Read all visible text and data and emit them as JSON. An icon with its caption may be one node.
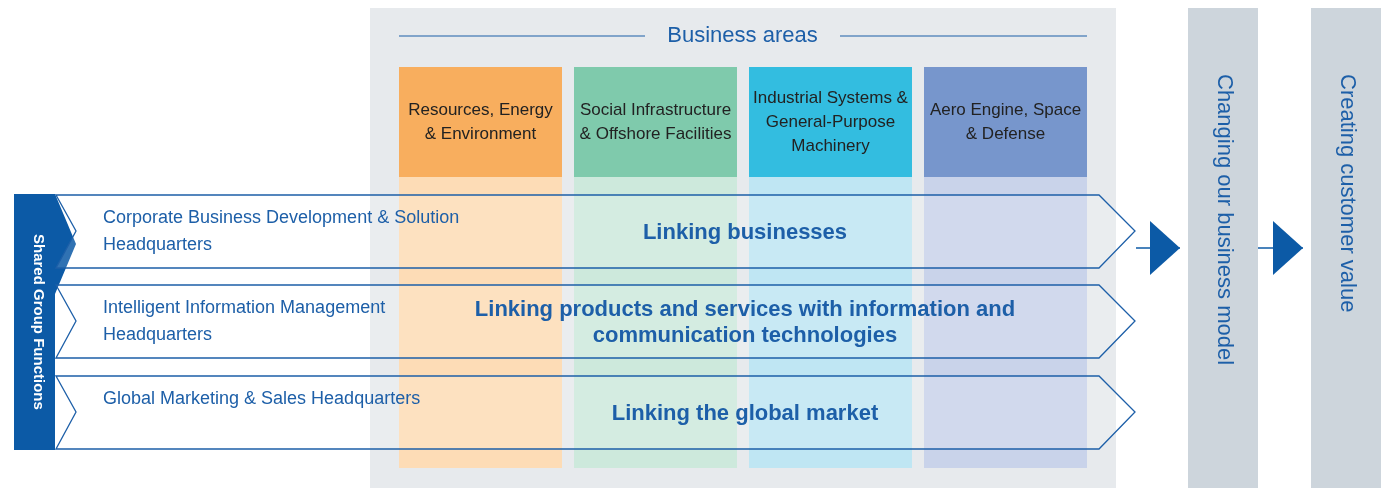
{
  "diagram": {
    "nodes": [
      {
        "text": [
          "Business areas"
        ]
      },
      {
        "text": [
          "Resources, Energy & Environment"
        ],
        "in": 0
      },
      {
        "text": [
          "Social Infrastructure & Offshore Facilities"
        ],
        "in": 0
      },
      {
        "text": [
          "Industrial Systems & General-Purpose Machinery"
        ],
        "in": 0
      },
      {
        "text": [
          "Aero Engine, Space & Defense"
        ],
        "in": 0
      },
      {
        "text": [
          "Shared Group Functions"
        ]
      },
      {
        "text": [
          "Corporate Business Development & Solution Headquarters",
          "Linking businesses"
        ]
      },
      {
        "text": [
          "Intelligent Information Management Headquarters",
          "Linking products and services with information and communication technologies"
        ]
      },
      {
        "text": [
          "Global Marketing & Sales Headquarters",
          "Linking the global market"
        ]
      },
      {
        "text": [
          "Changing our business model"
        ]
      },
      {
        "text": [
          "Creating customer value"
        ]
      }
    ],
    "edges": [
      {
        "from": 6,
        "to": 9,
        "arrow": "to"
      },
      {
        "from": 9,
        "to": 10,
        "arrow": "to"
      }
    ]
  }
}
